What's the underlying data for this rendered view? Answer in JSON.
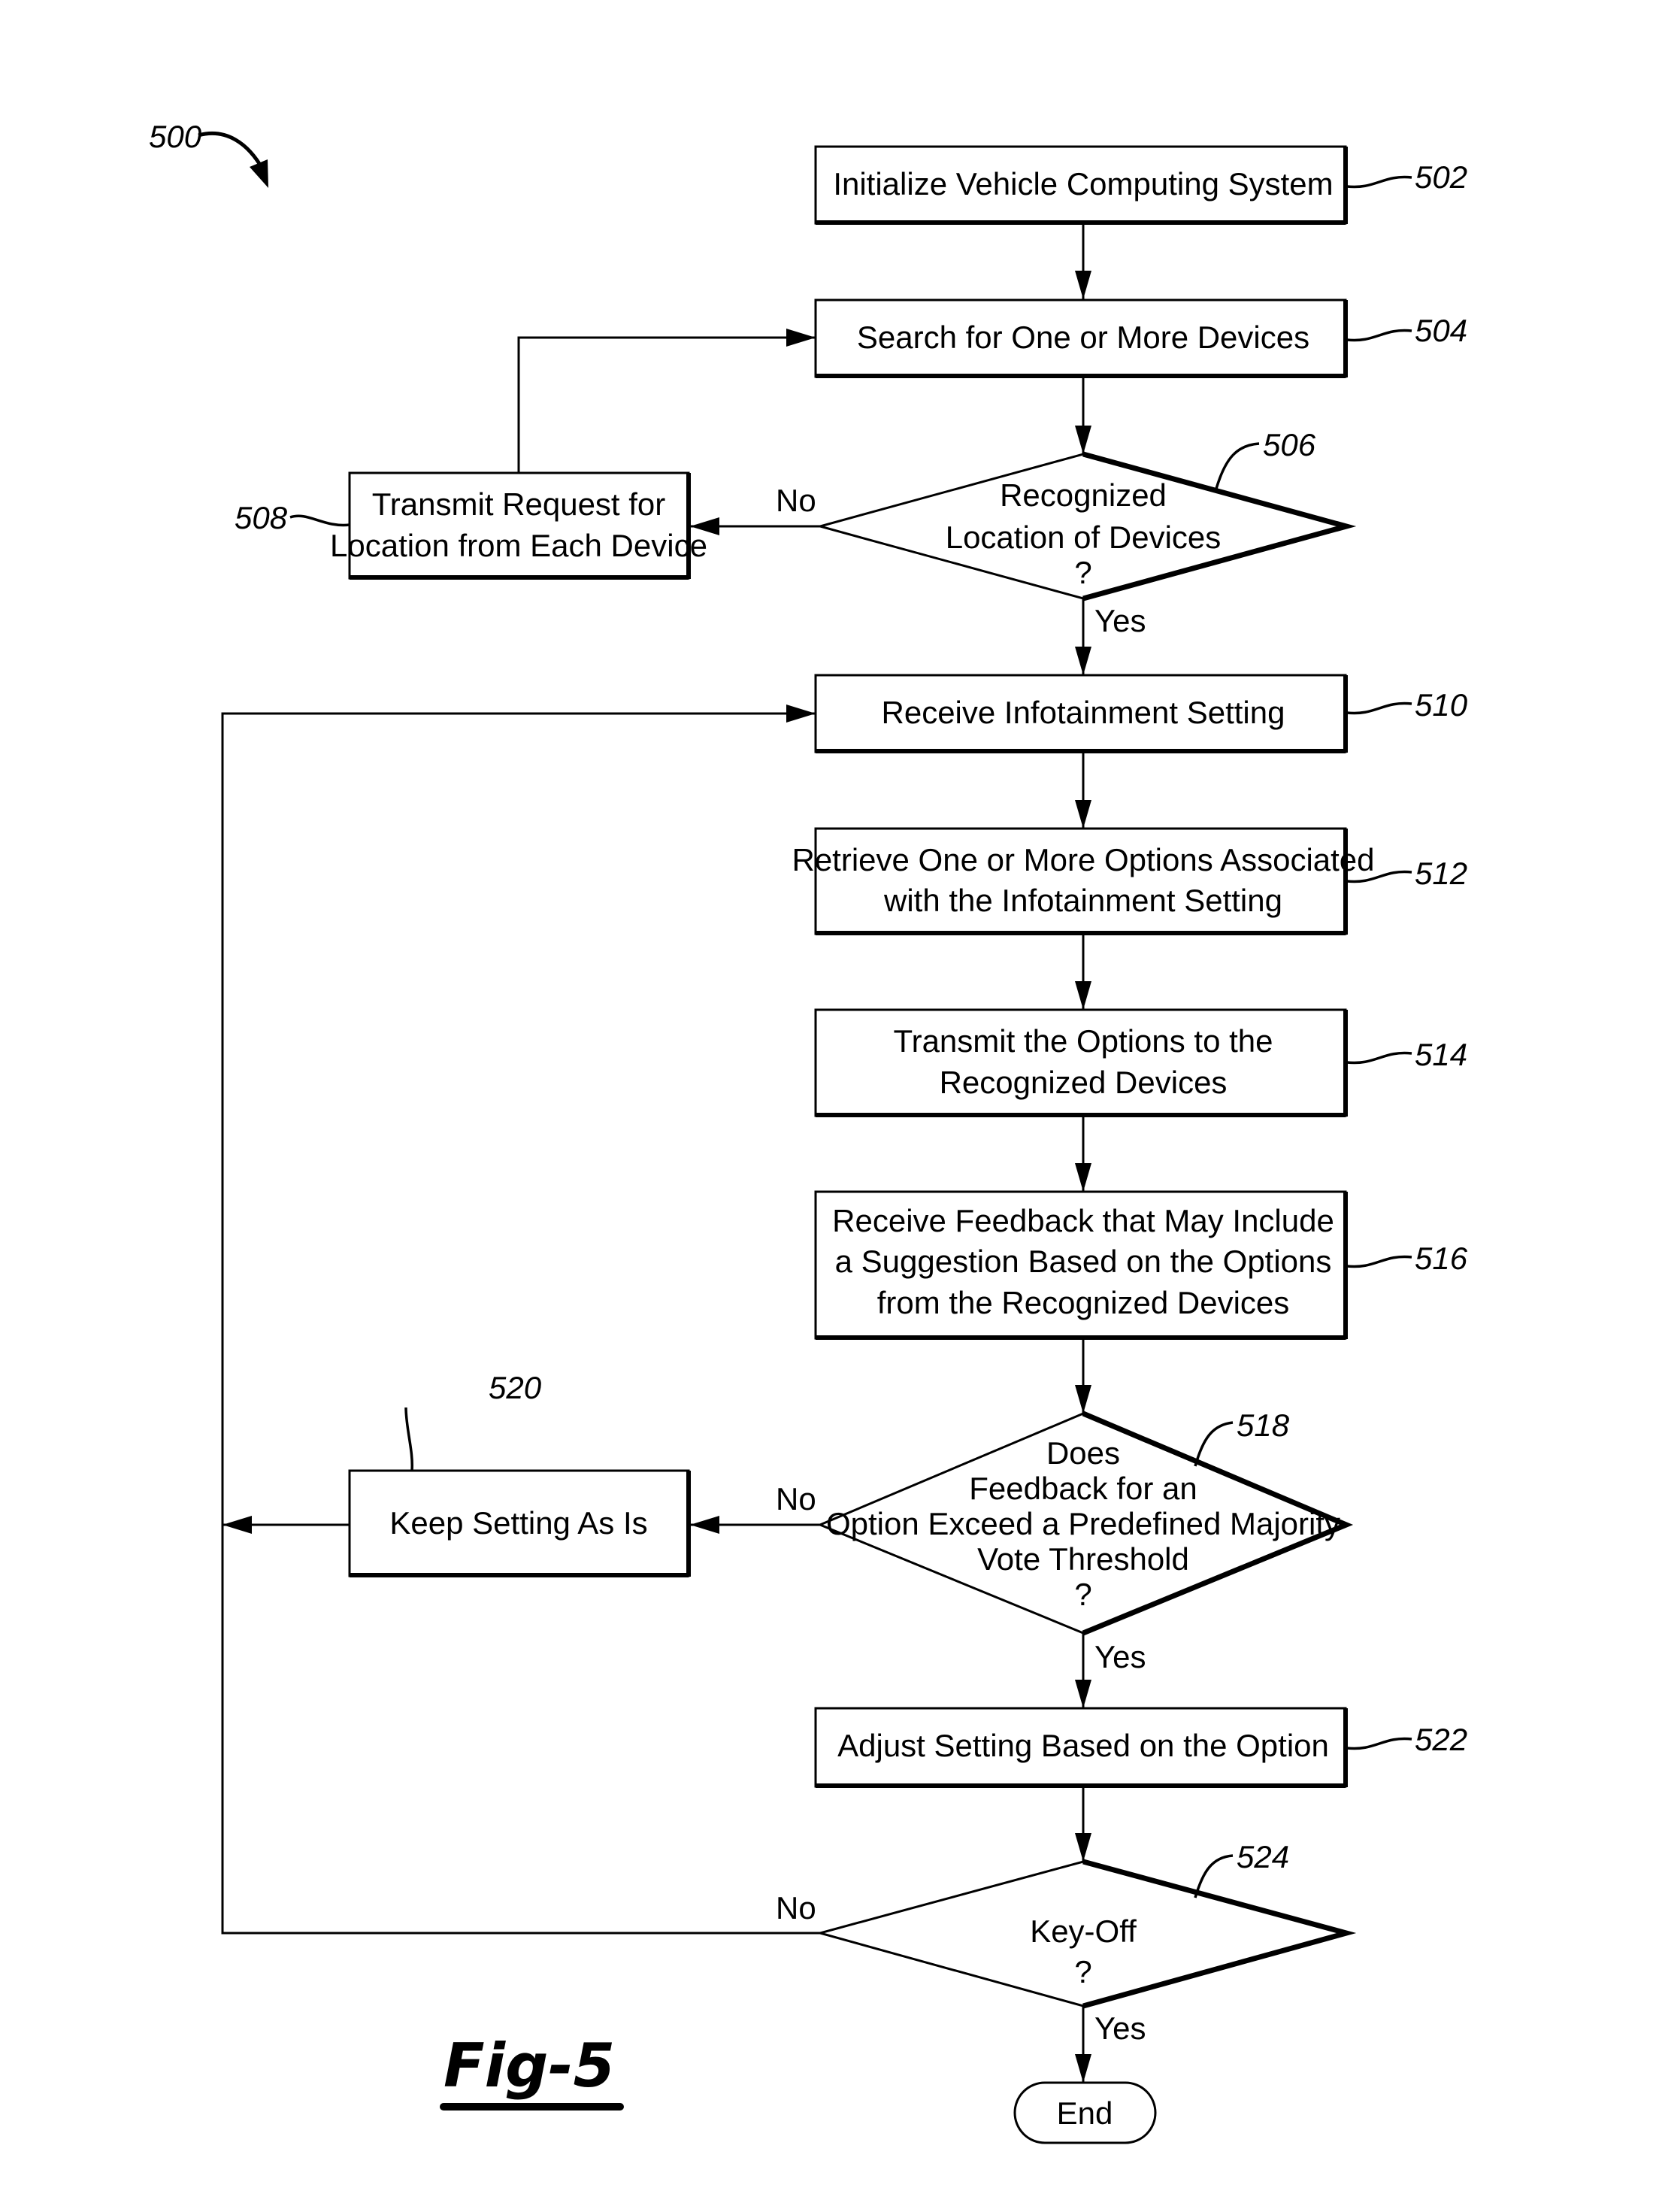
{
  "figure": {
    "ref": "500",
    "caption": "Fig-5"
  },
  "nodes": {
    "n502": {
      "ref": "502",
      "type": "process",
      "lines": [
        "Initialize Vehicle Computing System"
      ]
    },
    "n504": {
      "ref": "504",
      "type": "process",
      "lines": [
        "Search for One or More Devices"
      ]
    },
    "n506": {
      "ref": "506",
      "type": "decision",
      "lines": [
        "Recognized",
        "Location of Devices",
        "?"
      ]
    },
    "n508": {
      "ref": "508",
      "type": "process",
      "lines": [
        "Transmit Request for",
        "Location from Each Device"
      ]
    },
    "n510": {
      "ref": "510",
      "type": "process",
      "lines": [
        "Receive Infotainment Setting"
      ]
    },
    "n512": {
      "ref": "512",
      "type": "process",
      "lines": [
        "Retrieve One or More Options Associated",
        "with the Infotainment Setting"
      ]
    },
    "n514": {
      "ref": "514",
      "type": "process",
      "lines": [
        "Transmit the Options to the",
        "Recognized Devices"
      ]
    },
    "n516": {
      "ref": "516",
      "type": "process",
      "lines": [
        "Receive Feedback that May Include",
        "a Suggestion Based on the Options",
        "from the Recognized Devices"
      ]
    },
    "n518": {
      "ref": "518",
      "type": "decision",
      "lines": [
        "Does",
        "Feedback for an",
        "Option Exceed a Predefined Majority",
        "Vote Threshold",
        "?"
      ]
    },
    "n520": {
      "ref": "520",
      "type": "process",
      "lines": [
        "Keep Setting As Is"
      ]
    },
    "n522": {
      "ref": "522",
      "type": "process",
      "lines": [
        "Adjust Setting Based on the Option"
      ]
    },
    "n524": {
      "ref": "524",
      "type": "decision",
      "lines": [
        "Key-Off",
        "?"
      ]
    },
    "end": {
      "type": "terminal",
      "lines": [
        "End"
      ]
    }
  },
  "branches": {
    "n506_no": "No",
    "n506_yes": "Yes",
    "n518_no": "No",
    "n518_yes": "Yes",
    "n524_no": "No",
    "n524_yes": "Yes"
  },
  "edges": [
    {
      "from": "n502",
      "to": "n504"
    },
    {
      "from": "n504",
      "to": "n506"
    },
    {
      "from": "n506",
      "to": "n508",
      "label": "No"
    },
    {
      "from": "n508",
      "to": "n504"
    },
    {
      "from": "n506",
      "to": "n510",
      "label": "Yes"
    },
    {
      "from": "n510",
      "to": "n512"
    },
    {
      "from": "n512",
      "to": "n514"
    },
    {
      "from": "n514",
      "to": "n516"
    },
    {
      "from": "n516",
      "to": "n518"
    },
    {
      "from": "n518",
      "to": "n520",
      "label": "No"
    },
    {
      "from": "n520",
      "to": "n510"
    },
    {
      "from": "n518",
      "to": "n522",
      "label": "Yes"
    },
    {
      "from": "n522",
      "to": "n524"
    },
    {
      "from": "n524",
      "to": "n510",
      "label": "No"
    },
    {
      "from": "n524",
      "to": "end",
      "label": "Yes"
    }
  ]
}
